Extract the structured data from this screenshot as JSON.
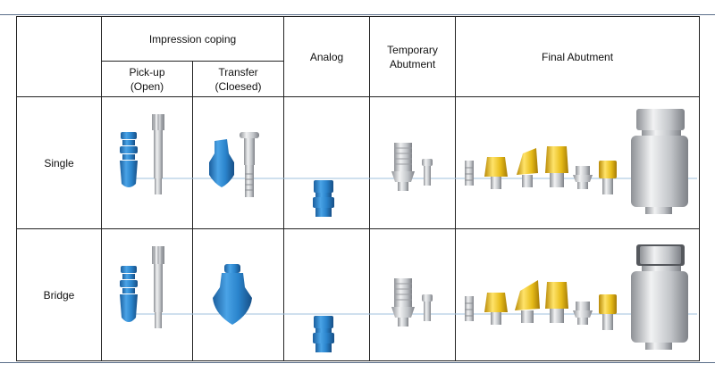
{
  "table": {
    "header": {
      "impression_coping": "Impression coping",
      "pick_up": [
        "Pick-up",
        "(Open)"
      ],
      "transfer": [
        "Transfer",
        "(Cloesed)"
      ],
      "analog": "Analog",
      "temporary_abutment": [
        "Temporary",
        "Abutment"
      ],
      "final_abutment": "Final Abutment"
    },
    "rows": [
      {
        "label": "Single"
      },
      {
        "label": "Bridge"
      }
    ]
  },
  "colors": {
    "blue_part": "#2f86cc",
    "silver_part": "#c4c6c9",
    "gold_part": "#e8bf1c",
    "guide_line": "#9fc0dd",
    "border": "#222222"
  }
}
